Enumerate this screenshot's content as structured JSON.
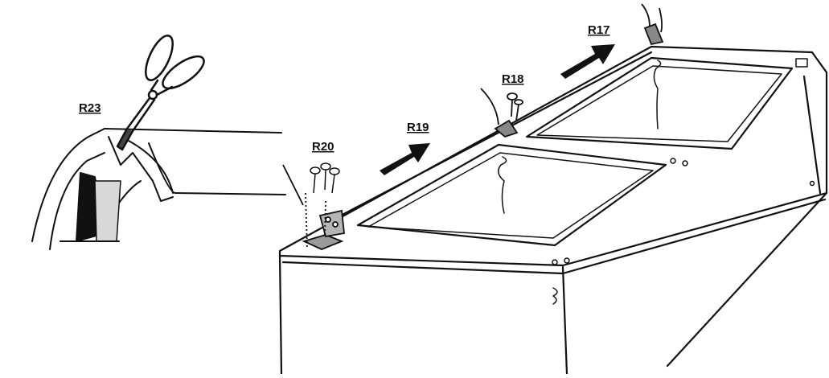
{
  "labels": {
    "r23": "R23",
    "r20": "R20",
    "r19": "R19",
    "r18": "R18",
    "r17": "R17"
  },
  "colors": {
    "ink": "#111111",
    "bracket": "#8a8a8a",
    "paper": "#ffffff"
  }
}
